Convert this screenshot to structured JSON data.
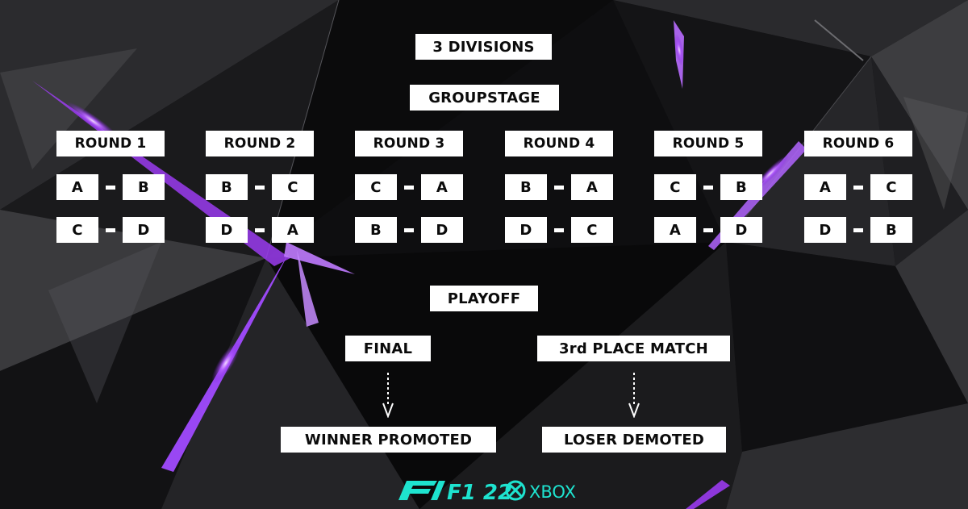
{
  "title": "3 DIVISIONS",
  "groupstage": {
    "label": "GROUPSTAGE",
    "rounds": [
      {
        "label": "ROUND 1",
        "matches": [
          [
            "A",
            "B"
          ],
          [
            "C",
            "D"
          ]
        ]
      },
      {
        "label": "ROUND 2",
        "matches": [
          [
            "B",
            "C"
          ],
          [
            "D",
            "A"
          ]
        ]
      },
      {
        "label": "ROUND 3",
        "matches": [
          [
            "C",
            "A"
          ],
          [
            "B",
            "D"
          ]
        ]
      },
      {
        "label": "ROUND 4",
        "matches": [
          [
            "B",
            "A"
          ],
          [
            "D",
            "C"
          ]
        ]
      },
      {
        "label": "ROUND 5",
        "matches": [
          [
            "C",
            "B"
          ],
          [
            "A",
            "D"
          ]
        ]
      },
      {
        "label": "ROUND 6",
        "matches": [
          [
            "A",
            "C"
          ],
          [
            "D",
            "B"
          ]
        ]
      }
    ]
  },
  "playoff": {
    "label": "PLAYOFF",
    "final": "FINAL",
    "third_place": "3rd PLACE MATCH",
    "winner_outcome": "WINNER PROMOTED",
    "loser_outcome": "LOSER DEMOTED"
  },
  "footer": {
    "game_logo": "F1 22",
    "platform_logo": "XBOX",
    "logo_color": "#1ee3cf"
  },
  "colors": {
    "accent": "#a24bff",
    "box": "#ffffff",
    "text": "#0b0b0b",
    "background": "#0d0d0f"
  }
}
